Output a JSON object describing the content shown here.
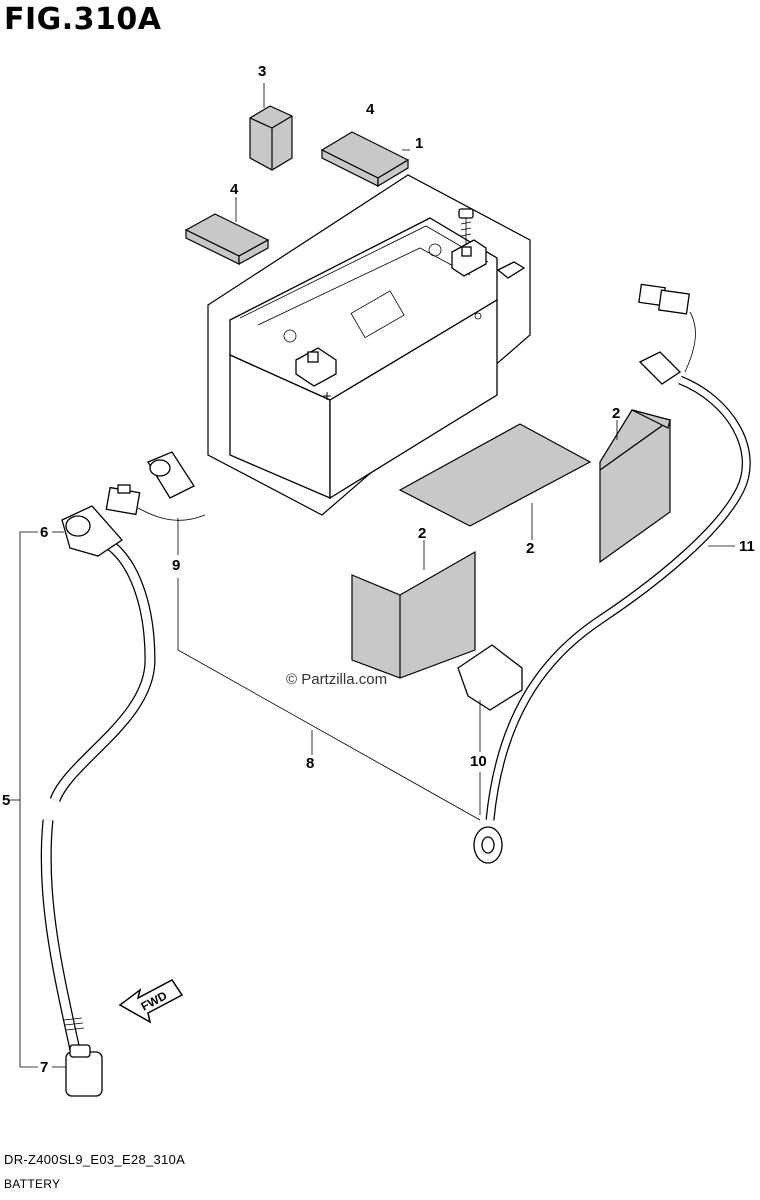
{
  "figure": {
    "title": "FIG.310A",
    "code": "DR-Z400SL9_E03_E28_310A",
    "caption": "BATTERY",
    "watermark": "© Partzilla.com",
    "fwd_label": "FWD"
  },
  "callouts": [
    {
      "id": "c1",
      "label": "1"
    },
    {
      "id": "c2a",
      "label": "2"
    },
    {
      "id": "c2b",
      "label": "2"
    },
    {
      "id": "c2c",
      "label": "2"
    },
    {
      "id": "c3",
      "label": "3"
    },
    {
      "id": "c4a",
      "label": "4"
    },
    {
      "id": "c4b",
      "label": "4"
    },
    {
      "id": "c5",
      "label": "5"
    },
    {
      "id": "c6",
      "label": "6"
    },
    {
      "id": "c7",
      "label": "7"
    },
    {
      "id": "c8",
      "label": "8"
    },
    {
      "id": "c9",
      "label": "9"
    },
    {
      "id": "c10",
      "label": "10"
    },
    {
      "id": "c11",
      "label": "11"
    }
  ]
}
